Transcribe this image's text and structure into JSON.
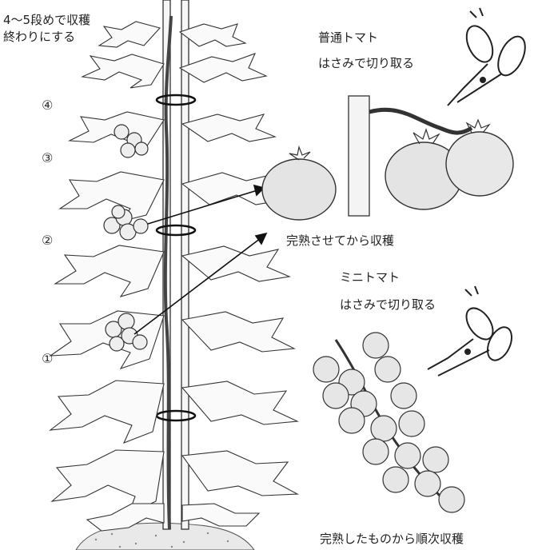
{
  "labels": {
    "harvest_stop": "4～5段めで収穫終わりにする",
    "harvest_stop_line1": "4～5段めで収穫",
    "harvest_stop_line2": "終わりにする",
    "regular_tomato": "普通トマト",
    "regular_method": "はさみで切り取る",
    "regular_harvest": "完熟させてから収穫",
    "mini_tomato": "ミニトマト",
    "mini_method": "はさみで切り取る",
    "mini_harvest": "完熟したものから順次収穫"
  },
  "tiers": [
    "①",
    "②",
    "③",
    "④"
  ],
  "icons": {
    "scissors_upper": "scissors-icon",
    "scissors_lower": "scissors-icon"
  }
}
